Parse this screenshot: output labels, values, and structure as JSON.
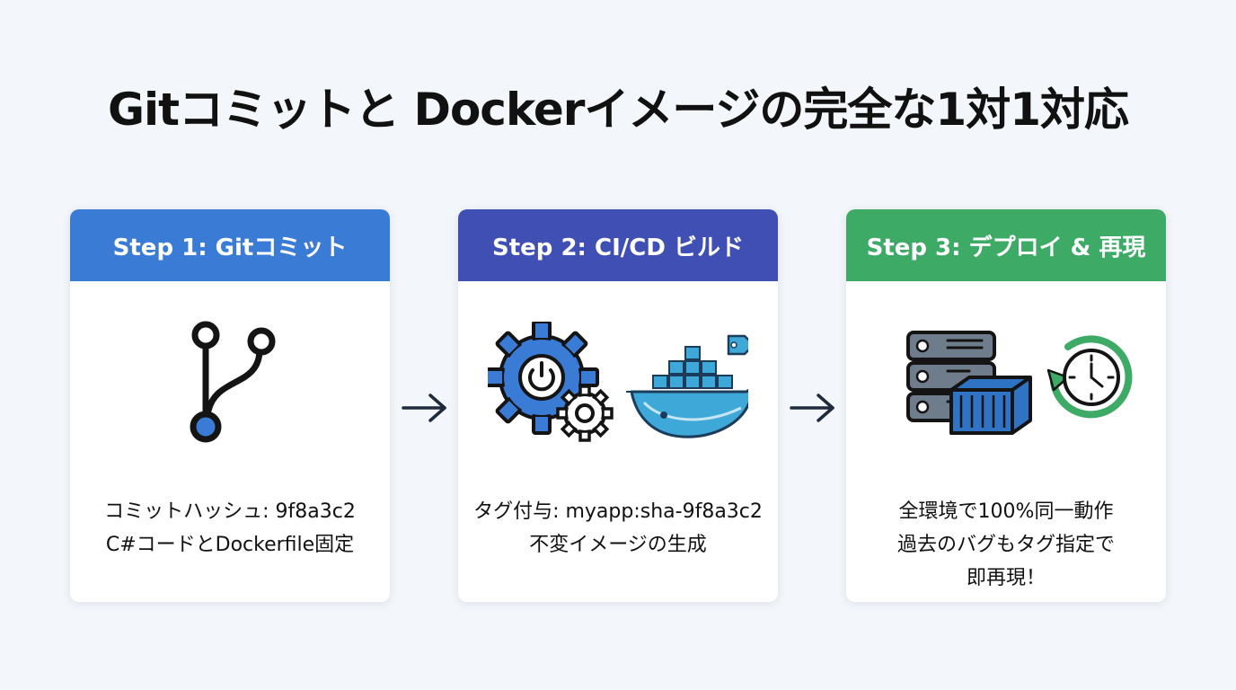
{
  "title": "Gitコミットと Dockerイメージの完全な1対1対応",
  "colors": {
    "step1": "#3a7bd5",
    "step2": "#3f4fb3",
    "step3": "#3daa66",
    "arrow": "#1f2a3c"
  },
  "steps": [
    {
      "header": "Step 1: Gitコミット",
      "icon": "git-branch-icon",
      "lines": [
        "コミットハッシュ: 9f8a3c2",
        "C#コードとDockerfile固定"
      ]
    },
    {
      "header": "Step 2: CI/CD ビルド",
      "icon": "gear-docker-icon",
      "lines": [
        "タグ付与: myapp:sha-9f8a3c2",
        "不変イメージの生成"
      ]
    },
    {
      "header": "Step 3: デプロイ & 再現",
      "icon": "server-container-clock-icon",
      "lines": [
        "全環境で100%同一動作",
        "過去のバグもタグ指定で",
        "即再現！"
      ]
    }
  ]
}
